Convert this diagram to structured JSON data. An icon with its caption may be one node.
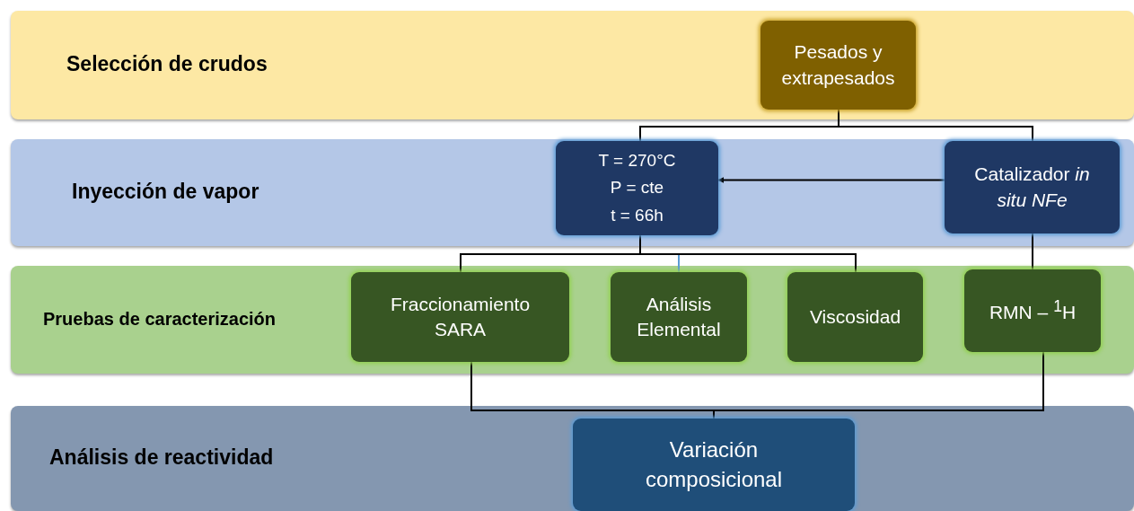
{
  "diagram": {
    "nodes": [
      {
        "text": [
          "Selección de crudos"
        ]
      },
      {
        "text": [
          "Pesados y extrapesados"
        ],
        "in": 0
      },
      {
        "text": [
          "Inyección de vapor"
        ]
      },
      {
        "text": [
          "T = 270°C",
          "P = cte",
          "t = 66h"
        ],
        "in": 2
      },
      {
        "text": [
          "Catalizador *in situ NFe*"
        ],
        "in": 2
      },
      {
        "text": [
          "Pruebas de caracterización"
        ]
      },
      {
        "text": [
          "Fraccionamiento SARA"
        ],
        "in": 5
      },
      {
        "text": [
          "Análisis Elemental"
        ],
        "in": 5
      },
      {
        "text": [
          "Viscosidad"
        ],
        "in": 5
      },
      {
        "text": [
          "RMN – $^{1}$H"
        ],
        "in": 5
      },
      {
        "text": [
          "Análisis de reactividad"
        ]
      },
      {
        "text": [
          "Variación composicional"
        ],
        "in": 10
      }
    ],
    "edges": [
      {
        "from": 1,
        "to": 3,
        "arrow": "none"
      },
      {
        "from": 1,
        "to": 4,
        "arrow": "none"
      },
      {
        "from": 4,
        "to": 3,
        "arrow": "to"
      },
      {
        "from": 3,
        "to": 6,
        "arrow": "none"
      },
      {
        "from": 3,
        "to": 7,
        "arrow": "none",
        "color": "#5b9bd5"
      },
      {
        "from": 3,
        "to": 8,
        "arrow": "none"
      },
      {
        "from": 4,
        "to": 9,
        "arrow": "none"
      },
      {
        "from": 6,
        "to": 11,
        "arrow": "none"
      },
      {
        "from": 9,
        "to": 11,
        "arrow": "none"
      }
    ]
  }
}
